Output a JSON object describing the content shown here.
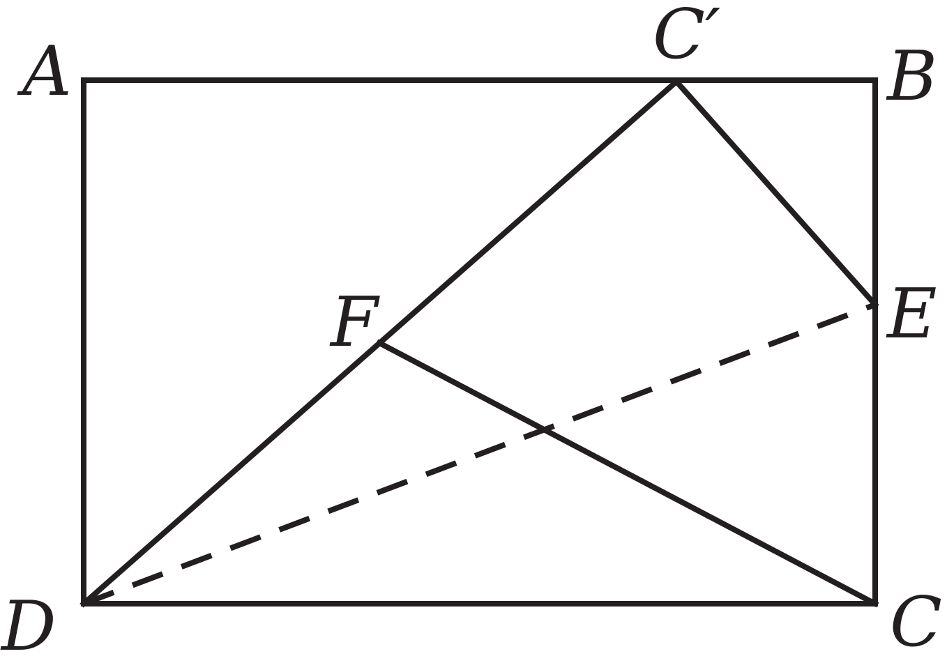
{
  "colors": {
    "stroke": "#231f20",
    "background": "#ffffff"
  },
  "points": {
    "A": {
      "label": "A"
    },
    "B": {
      "label": "B"
    },
    "C": {
      "label": "C"
    },
    "D": {
      "label": "D"
    },
    "E": {
      "label": "E"
    },
    "F": {
      "label": "F"
    },
    "C_prime": {
      "label": "C′"
    }
  },
  "segments": [
    {
      "from": "A",
      "to": "B",
      "style": "solid"
    },
    {
      "from": "B",
      "to": "C",
      "style": "solid"
    },
    {
      "from": "C",
      "to": "D",
      "style": "solid"
    },
    {
      "from": "D",
      "to": "A",
      "style": "solid"
    },
    {
      "from": "D",
      "to": "C_prime",
      "style": "solid"
    },
    {
      "from": "C_prime",
      "to": "E",
      "style": "solid"
    },
    {
      "from": "F",
      "to": "C",
      "style": "solid"
    },
    {
      "from": "D",
      "to": "E",
      "style": "dashed"
    }
  ]
}
